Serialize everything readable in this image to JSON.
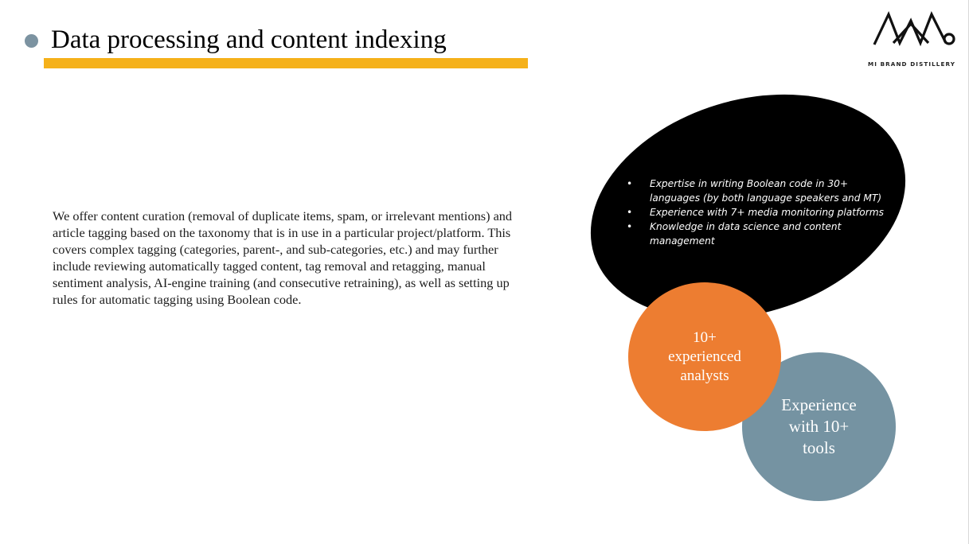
{
  "slide": {
    "title": "Data processing and content indexing",
    "body": "We offer content curation (removal of duplicate items, spam, or irrelevant mentions) and article tagging based on the taxonomy that is in use in a particular project/platform. This covers complex tagging (categories, parent-, and sub-categories, etc.) and may further include reviewing automatically tagged content, tag removal and retagging, manual sentiment analysis, AI-engine training (and consecutive retraining), as well as setting up rules for automatic tagging using Boolean code."
  },
  "logo": {
    "text": "MI BRAND DISTILLERY"
  },
  "highlights": {
    "bullets": [
      "Expertise in writing Boolean code in 30+ languages (by both language speakers and MT)",
      "Experience with 7+ media monitoring platforms",
      "Knowledge in data science and content management"
    ],
    "analysts": "10+ experienced analysts",
    "tools": "Experience with 10+ tools"
  },
  "colors": {
    "title_bullet": "#7c93a1",
    "underline": "#f5b11a",
    "ellipse": "#000000",
    "analysts_circle": "#ed7d31",
    "tools_circle": "#7593a2"
  }
}
